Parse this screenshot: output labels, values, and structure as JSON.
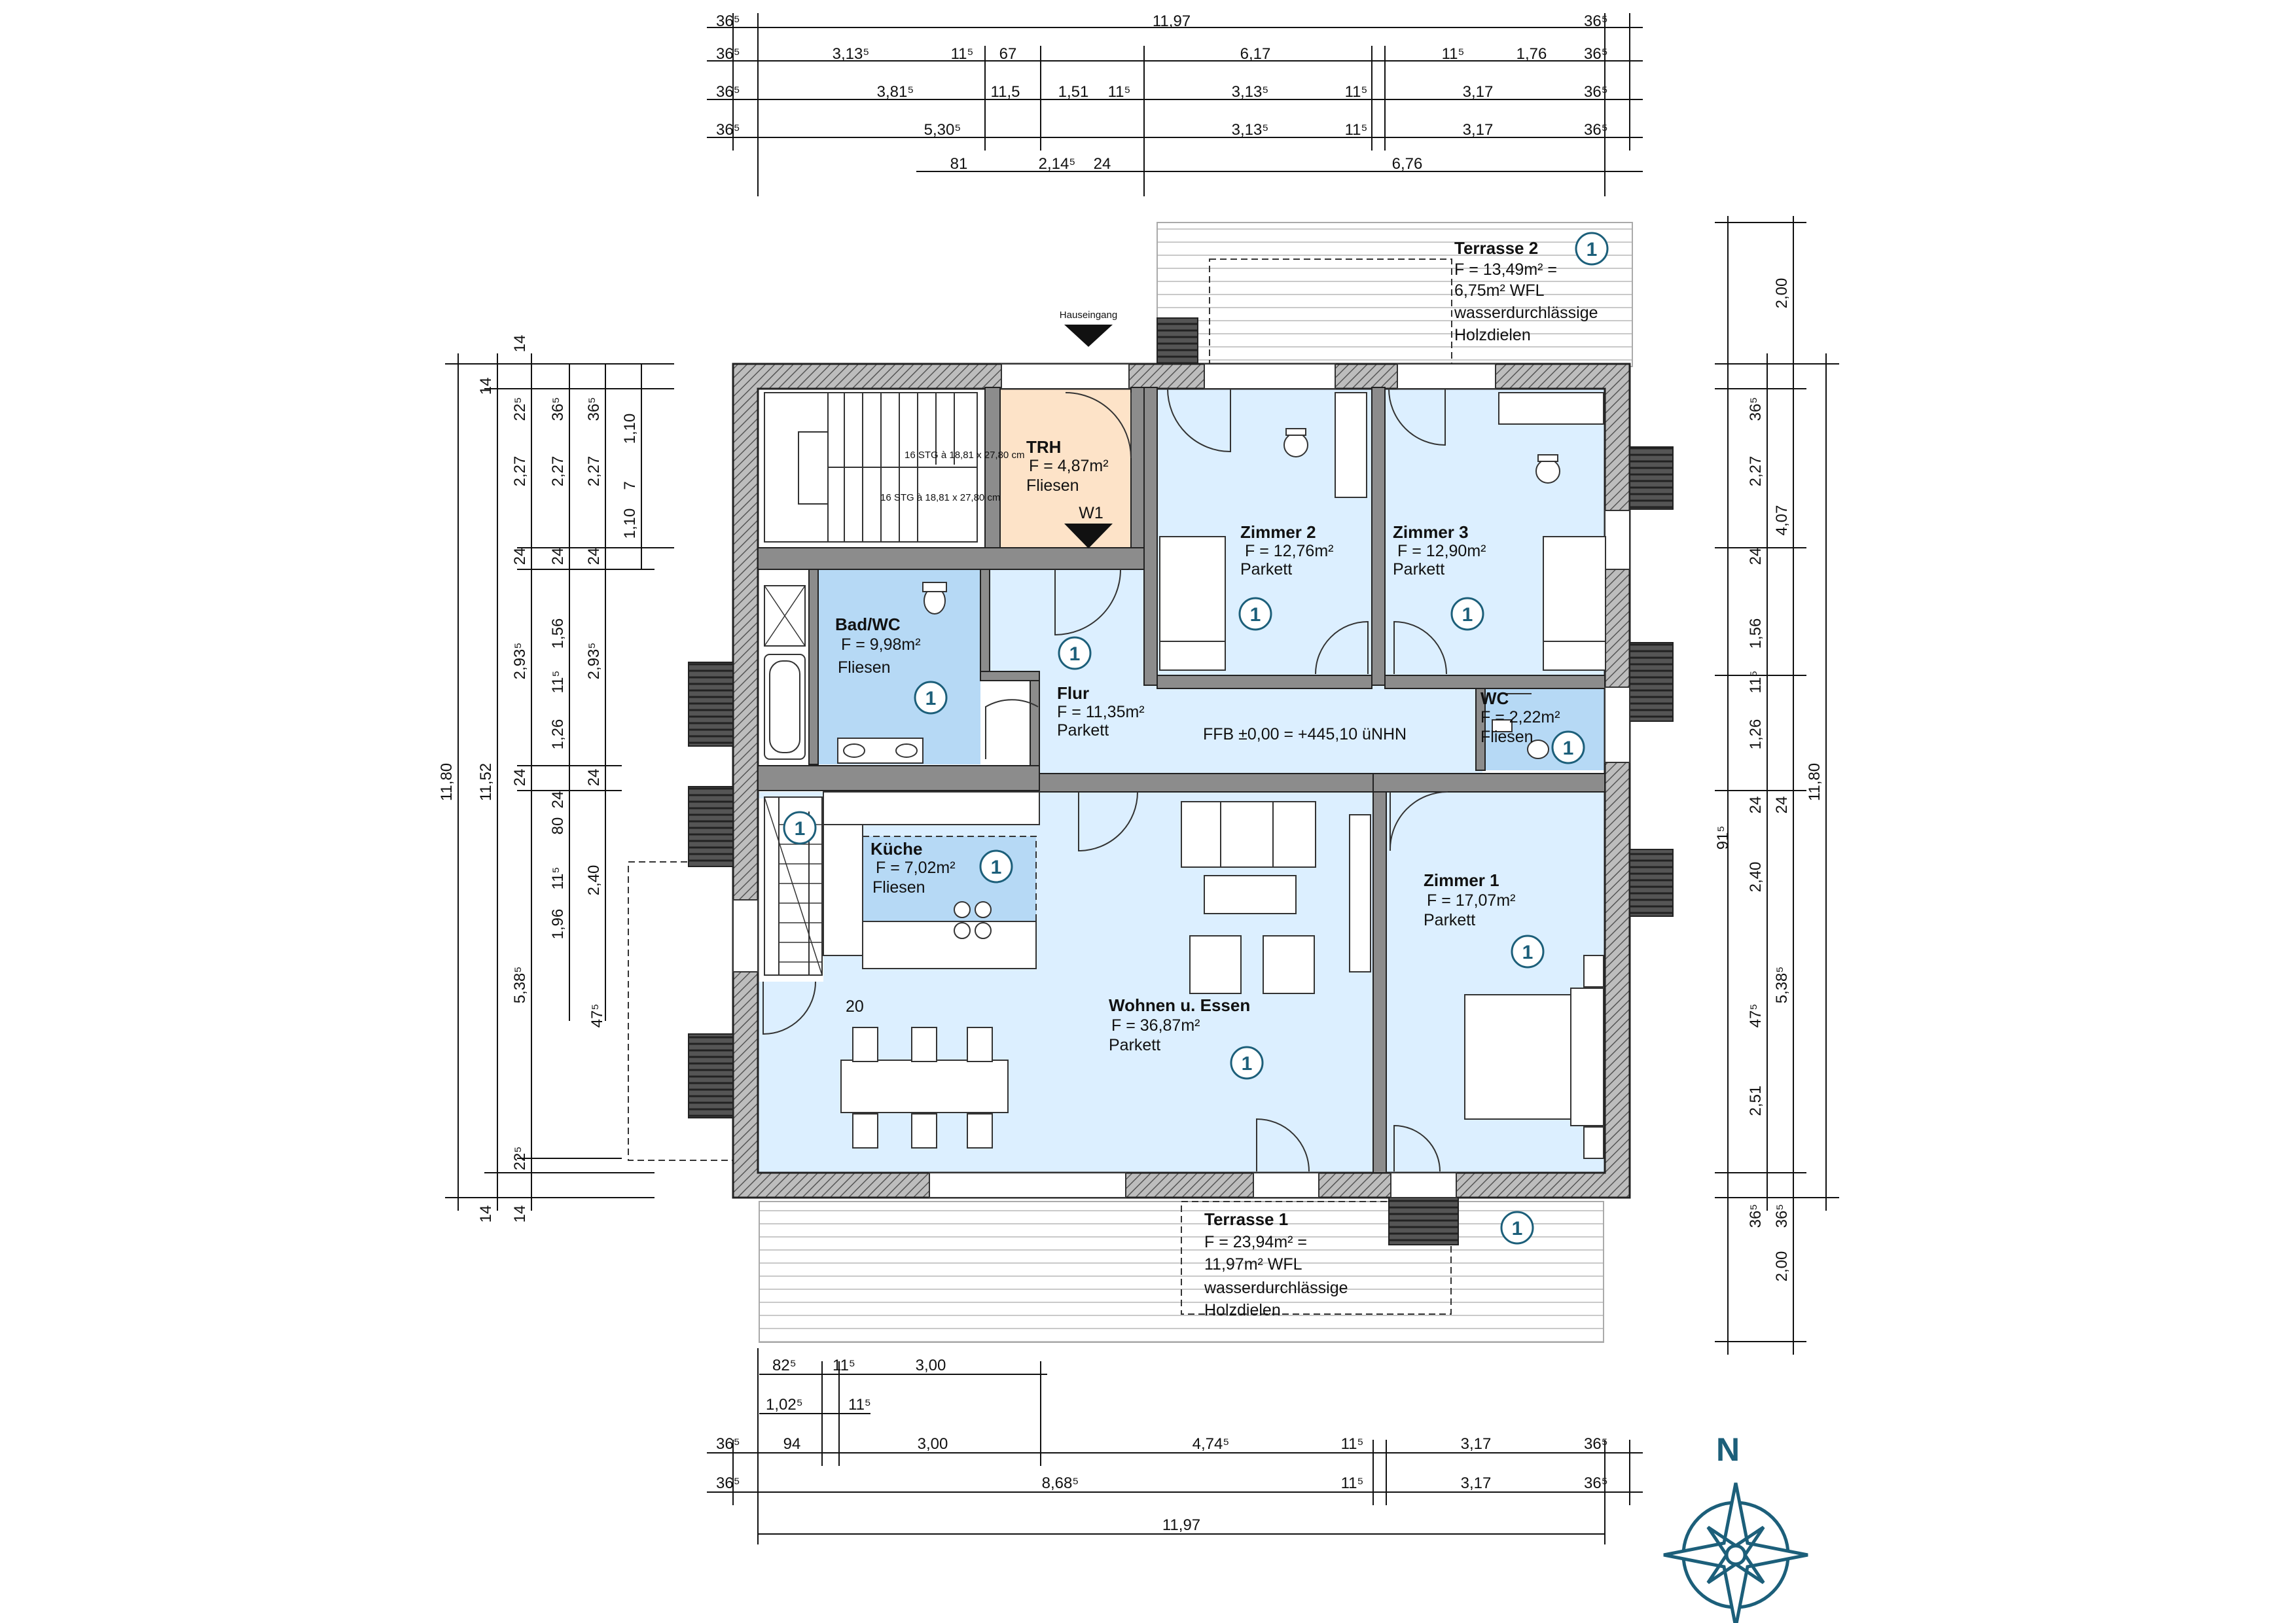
{
  "rooms": {
    "trh": {
      "name": "TRH",
      "area": "F = 4,87m²",
      "floor": "Fliesen"
    },
    "zimmer2": {
      "name": "Zimmer 2",
      "area": "F = 12,76m²",
      "floor": "Parkett"
    },
    "zimmer3": {
      "name": "Zimmer 3",
      "area": "F = 12,90m²",
      "floor": "Parkett"
    },
    "bad": {
      "name": "Bad/WC",
      "area": "F = 9,98m²",
      "floor": "Fliesen"
    },
    "flur": {
      "name": "Flur",
      "area": "F = 11,35m²",
      "floor": "Parkett"
    },
    "wc": {
      "name": "WC",
      "area": "F = 2,22m²",
      "floor": "Fliesen"
    },
    "kueche": {
      "name": "Küche",
      "area": "F = 7,02m²",
      "floor": "Fliesen"
    },
    "zimmer1": {
      "name": "Zimmer 1",
      "area": "F = 17,07m²",
      "floor": "Parkett"
    },
    "wohnen": {
      "name": "Wohnen u. Essen",
      "area": "F = 36,87m²",
      "floor": "Parkett"
    }
  },
  "terraces": {
    "t2": {
      "name": "Terrasse 2",
      "l1": "F = 13,49m² =",
      "l2": "6,75m² WFL",
      "l3": "wasserdurchlässige",
      "l4": "Holzdielen"
    },
    "t1": {
      "name": "Terrasse 1",
      "l1": "F = 23,94m² =",
      "l2": "11,97m² WFL",
      "l3": "wasserdurchlässige",
      "l4": "Holzdielen"
    }
  },
  "labels": {
    "entrance": "Hauseingang",
    "w1": "W1",
    "ffb": "FFB ±0,00 = +445,10 üNHN",
    "north": "N",
    "badge": "1",
    "stair_note": "16 STG à 18,81 x 27,80 cm",
    "dim_20": "20"
  },
  "dims_top": {
    "r1": [
      "36⁵",
      "11,97",
      "36⁵"
    ],
    "r2": [
      "36⁵",
      "3,13⁵",
      "11⁵",
      "67",
      "6,17",
      "11⁵",
      "1,76",
      "36⁵"
    ],
    "r3": [
      "36⁵",
      "3,81⁵",
      "11,5",
      "1,51",
      "11⁵",
      "3,13⁵",
      "11⁵",
      "3,17",
      "36⁵"
    ],
    "r4": [
      "36⁵",
      "5,30⁵",
      "3,13⁵",
      "11⁵",
      "3,17",
      "36⁵"
    ],
    "r5": [
      "81",
      "2,14⁵",
      "24",
      "6,76"
    ]
  },
  "dims_bottom": {
    "r1": [
      "82⁵",
      "11⁵",
      "3,00"
    ],
    "r2": [
      "1,02⁵",
      "11⁵"
    ],
    "r3": [
      "36⁵",
      "94",
      "3,00",
      "4,74⁵",
      "11⁵",
      "3,17",
      "36⁵"
    ],
    "r4": [
      "36⁵",
      "8,68⁵",
      "11⁵",
      "3,17",
      "36⁵"
    ],
    "r5": [
      "11,97"
    ]
  },
  "dims_left": {
    "outer": [
      "11,80"
    ],
    "c2": [
      "14",
      "11,52",
      "14"
    ],
    "c3": [
      "14",
      "22⁵",
      "2,27",
      "24",
      "2,93⁵",
      "24",
      "5,38⁵",
      "22⁵",
      "14"
    ],
    "c4": [
      "36⁵",
      "2,27",
      "24",
      "1,56",
      "11⁵",
      "1,26",
      "24",
      "80",
      "11⁵",
      "1,96",
      "47⁵"
    ],
    "c5": [
      "36⁵",
      "2,27",
      "24",
      "2,93⁵",
      "24",
      "2,40"
    ],
    "c6": [
      "1,10",
      "7",
      "1,10"
    ]
  },
  "dims_right": {
    "outer": [
      "11,80"
    ],
    "c2": [
      "2,00",
      "4,07",
      "24",
      "5,38⁵",
      "36⁵",
      "2,00"
    ],
    "c1": [
      "36⁵",
      "2,27",
      "24",
      "1,56",
      "11⁵",
      "1,26",
      "24",
      "91⁵",
      "2,40",
      "47⁵",
      "2,51",
      "36⁵"
    ]
  }
}
